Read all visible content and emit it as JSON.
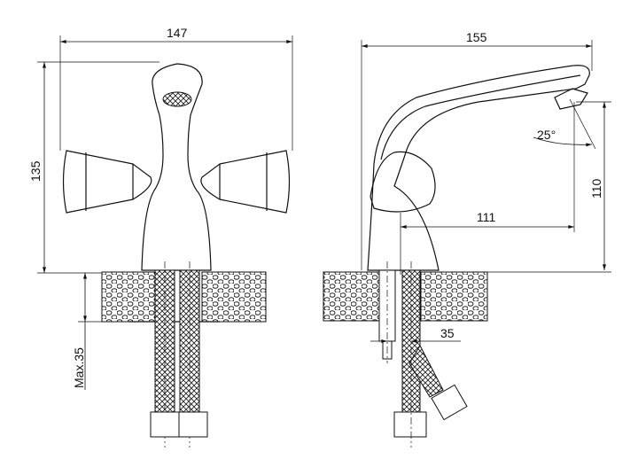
{
  "title": "Faucet dimension drawing",
  "dimensions": {
    "front_width": "147",
    "front_height": "135",
    "max_counter_thickness": "Max.35",
    "side_length": "155",
    "spout_height": "110",
    "spout_reach": "111",
    "spout_angle": "25°",
    "hole_offset": "35"
  },
  "colors": {
    "line": "#111111",
    "background": "#ffffff"
  }
}
